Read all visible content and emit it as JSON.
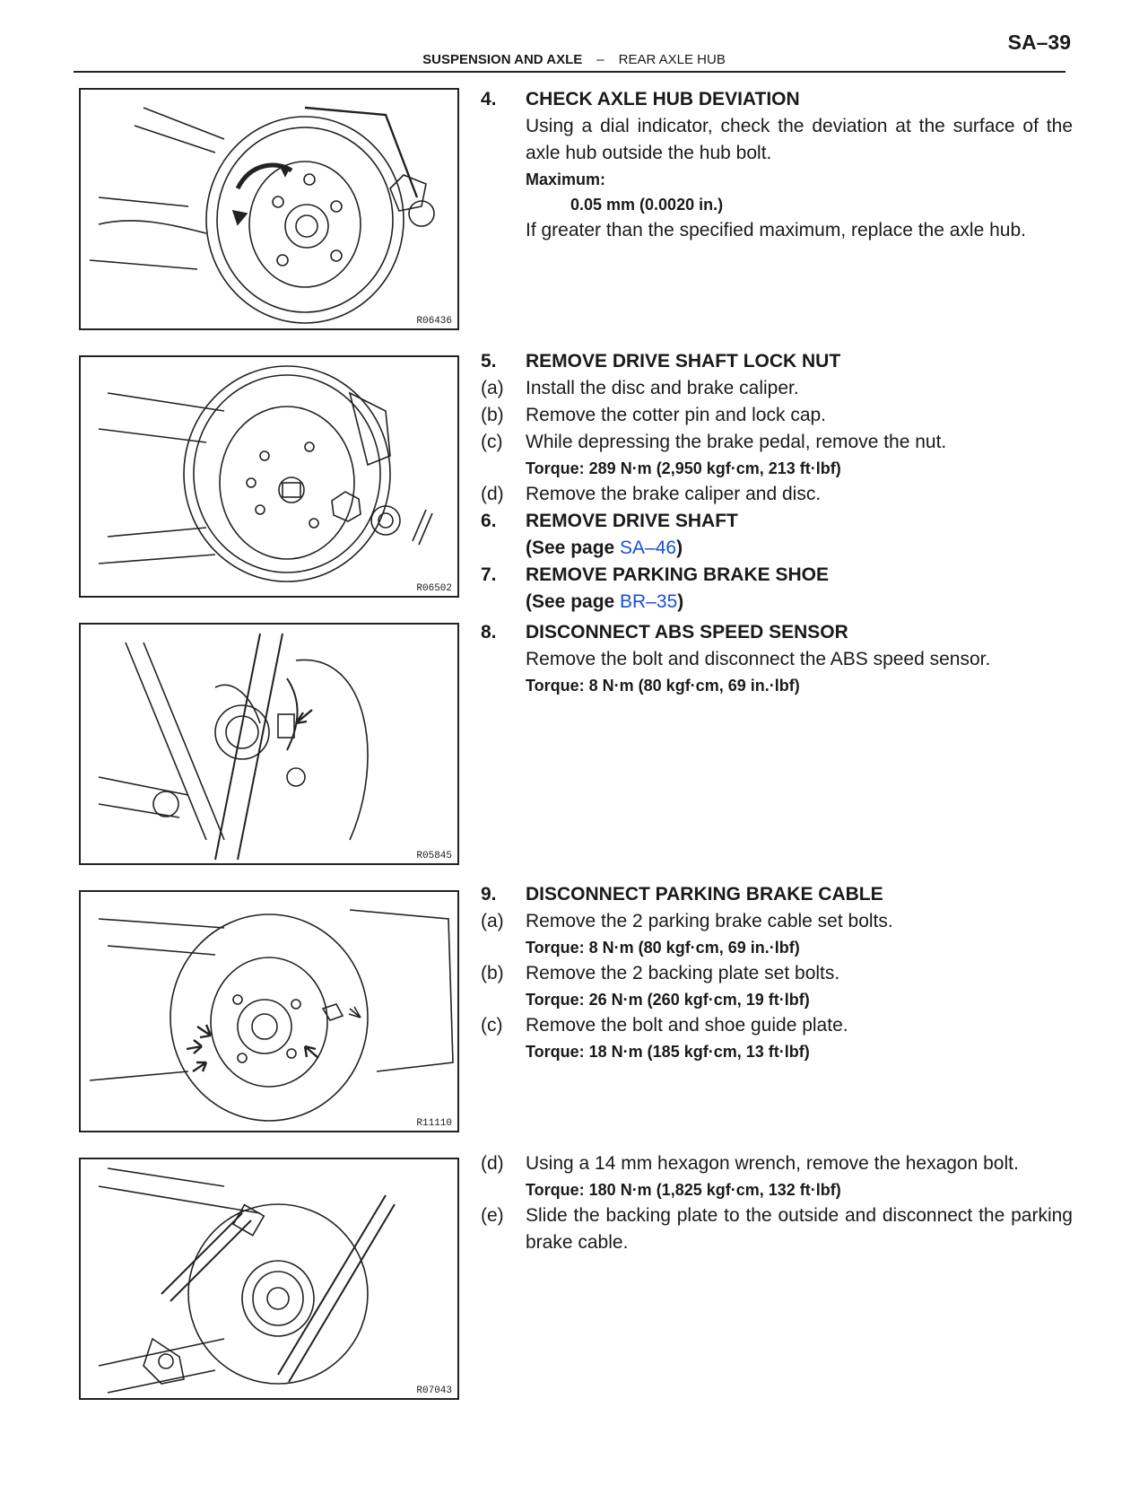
{
  "header": {
    "page_number": "SA–39",
    "section": "SUSPENSION AND AXLE",
    "dash": "–",
    "subsection": "REAR AXLE HUB"
  },
  "figures": [
    {
      "id": "R06436"
    },
    {
      "id": "R06502"
    },
    {
      "id": "R05845"
    },
    {
      "id": "R11110"
    },
    {
      "id": "R07043"
    }
  ],
  "s4": {
    "num": "4.",
    "title": "CHECK AXLE HUB DEVIATION",
    "body": "Using a dial indicator, check the deviation at the surface of the axle hub outside the hub bolt.",
    "max_label": "Maximum:",
    "max_value": "0.05 mm (0.0020 in.)",
    "note": "If greater than the specified maximum, replace the axle hub."
  },
  "s5": {
    "num": "5.",
    "title": "REMOVE DRIVE SHAFT LOCK NUT",
    "a_label": "(a)",
    "a": "Install the disc and brake caliper.",
    "b_label": "(b)",
    "b": "Remove the cotter pin and lock cap.",
    "c_label": "(c)",
    "c": "While depressing the brake pedal, remove the nut.",
    "c_torque": "Torque: 289 N·m (2,950 kgf·cm, 213 ft·lbf)",
    "d_label": "(d)",
    "d": "Remove the brake caliper and disc."
  },
  "s6": {
    "num": "6.",
    "title": "REMOVE DRIVE SHAFT",
    "ref_open": "(See page ",
    "ref_link": "SA–46",
    "ref_close": ")"
  },
  "s7": {
    "num": "7.",
    "title": "REMOVE PARKING BRAKE SHOE",
    "ref_open": "(See page ",
    "ref_link": "BR–35",
    "ref_close": ")"
  },
  "s8": {
    "num": "8.",
    "title": "DISCONNECT ABS SPEED SENSOR",
    "body": "Remove the bolt and disconnect the ABS speed sensor.",
    "torque": "Torque: 8 N·m (80 kgf·cm, 69 in.·lbf)"
  },
  "s9": {
    "num": "9.",
    "title": "DISCONNECT PARKING BRAKE CABLE",
    "a_label": "(a)",
    "a": "Remove the 2 parking brake cable set bolts.",
    "a_torque": "Torque: 8 N·m (80 kgf·cm, 69 in.·lbf)",
    "b_label": "(b)",
    "b": "Remove the 2 backing plate set bolts.",
    "b_torque": "Torque: 26 N·m (260 kgf·cm, 19 ft·lbf)",
    "c_label": "(c)",
    "c": "Remove the bolt and shoe guide plate.",
    "c_torque": "Torque: 18 N·m (185 kgf·cm, 13 ft·lbf)",
    "d_label": "(d)",
    "d": "Using a 14 mm hexagon wrench, remove the hexagon bolt.",
    "d_torque": "Torque: 180 N·m (1,825 kgf·cm, 132 ft·lbf)",
    "e_label": "(e)",
    "e": "Slide the backing plate to the outside and disconnect the parking brake cable."
  }
}
